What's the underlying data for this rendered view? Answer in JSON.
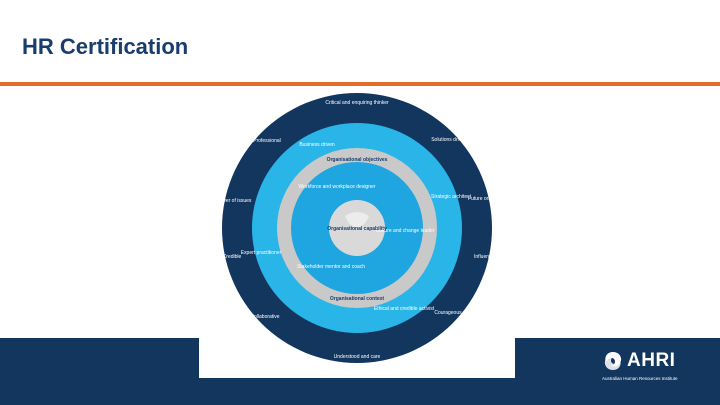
{
  "slide": {
    "title": "HR Certification"
  },
  "diagram": {
    "outer_ring": {
      "labels": [
        "Critical and enquiring thinker",
        "Solutions driven",
        "Professional",
        "Resolver of issues",
        "Credible",
        "Collaborative",
        "Future oriented",
        "Influencer",
        "Courageous",
        "Understood and care"
      ]
    },
    "middle_ring": {
      "labels": [
        "Business driven",
        "Strategic architect",
        "Expert practitioner",
        "Ethical and credible activist"
      ]
    },
    "gray_ring": {
      "top": "Organisational objectives",
      "bottom": "Organisational context"
    },
    "inner_ring": {
      "labels": [
        "Workforce and workplace designer",
        "Culture and change leader",
        "Stakeholder mentor and coach"
      ]
    },
    "core": {
      "label": "Organisational capability"
    },
    "colors": {
      "outer": "#13365f",
      "middle": "#29b5e8",
      "gray": "#c9c9c9",
      "inner": "#1fa5e0",
      "core": "#d9d9d9"
    }
  },
  "logo": {
    "name": "AHRI",
    "subtitle": "Australian Human Resources Institute",
    "icon": "ahri-swirl-icon"
  },
  "colors": {
    "title": "#1a3d6e",
    "rule": "#e46c2a",
    "footer": "#13365f"
  }
}
